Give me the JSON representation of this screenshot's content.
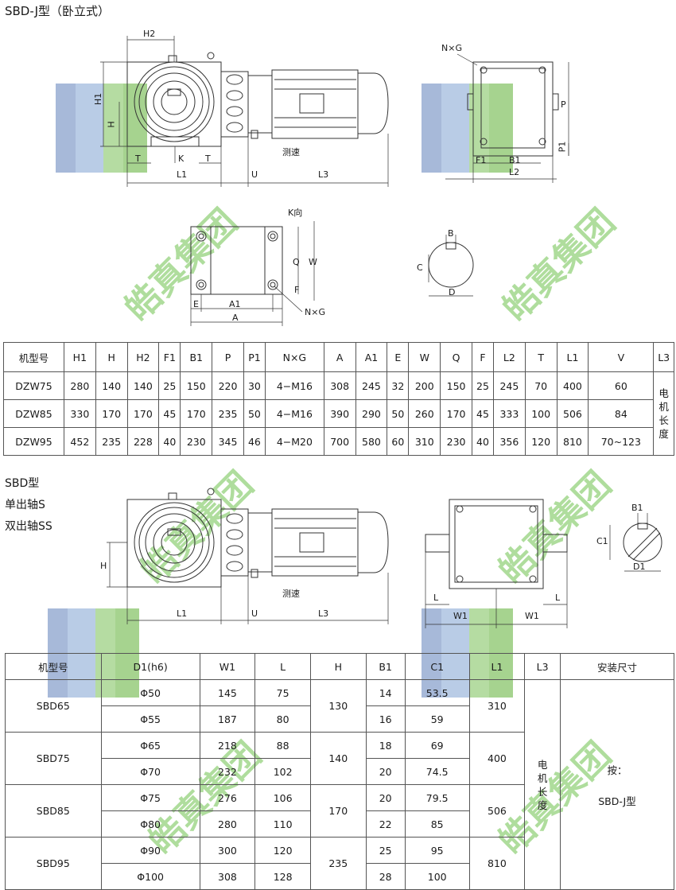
{
  "title_j": "SBD-J型（卧立式）",
  "labels_top": {
    "h2": "H2",
    "h1": "H1",
    "h": "H",
    "t_left": "T",
    "k": "K",
    "t_right": "T",
    "l1": "L1",
    "u": "U",
    "l3": "L3",
    "speed": "测速",
    "nxg_top": "N×G",
    "p": "P",
    "p1": "P1",
    "f1": "F1",
    "b1": "B1",
    "l2": "L2",
    "k_dir": "K向",
    "q": "Q",
    "w": "W",
    "f": "F",
    "e": "E",
    "a1": "A1",
    "a": "A",
    "nxg_bottom": "N×G",
    "shaft_b": "B",
    "shaft_c": "C",
    "shaft_d": "D"
  },
  "table1": {
    "headers": [
      "机型号",
      "H1",
      "H",
      "H2",
      "F1",
      "B1",
      "P",
      "P1",
      "N×G",
      "A",
      "A1",
      "E",
      "W",
      "Q",
      "F",
      "L2",
      "T",
      "L1",
      "V",
      "L3"
    ],
    "rows": [
      [
        "DZW75",
        "280",
        "140",
        "140",
        "25",
        "150",
        "220",
        "30",
        "4−M16",
        "308",
        "245",
        "32",
        "200",
        "150",
        "25",
        "245",
        "70",
        "400",
        "60"
      ],
      [
        "DZW85",
        "330",
        "170",
        "170",
        "45",
        "170",
        "235",
        "50",
        "4−M16",
        "390",
        "290",
        "50",
        "260",
        "170",
        "45",
        "333",
        "100",
        "506",
        "84"
      ],
      [
        "DZW95",
        "452",
        "235",
        "228",
        "40",
        "230",
        "345",
        "46",
        "4−M20",
        "700",
        "580",
        "60",
        "310",
        "230",
        "40",
        "356",
        "120",
        "810",
        "70~123"
      ]
    ],
    "l3_note": [
      "电",
      "机",
      "长",
      "度"
    ]
  },
  "sbd": {
    "title": "SBD型",
    "single": "单出轴S",
    "double": "双出轴SS",
    "labels": {
      "h": "H",
      "l1": "L1",
      "u": "U",
      "l3": "L3",
      "speed": "测速",
      "l_left": "L",
      "l_right": "L",
      "w1_left": "W1",
      "w1_right": "W1",
      "b1": "B1",
      "c1": "C1",
      "d1": "D1"
    }
  },
  "table2": {
    "headers": [
      "机型号",
      "D1(h6)",
      "W1",
      "L",
      "H",
      "B1",
      "C1",
      "L1",
      "L3",
      "安装尺寸"
    ],
    "groups": [
      {
        "model": "SBD65",
        "h": "130",
        "l1": "310",
        "rows": [
          [
            "Φ50",
            "145",
            "75",
            "14",
            "53.5"
          ],
          [
            "Φ55",
            "187",
            "80",
            "16",
            "59"
          ]
        ]
      },
      {
        "model": "SBD75",
        "h": "140",
        "l1": "400",
        "rows": [
          [
            "Φ65",
            "218",
            "88",
            "18",
            "69"
          ],
          [
            "Φ70",
            "232",
            "102",
            "20",
            "74.5"
          ]
        ]
      },
      {
        "model": "SBD85",
        "h": "170",
        "l1": "506",
        "rows": [
          [
            "Φ75",
            "276",
            "106",
            "20",
            "79.5"
          ],
          [
            "Φ80",
            "280",
            "110",
            "22",
            "85"
          ]
        ]
      },
      {
        "model": "SBD95",
        "h": "235",
        "l1": "810",
        "rows": [
          [
            "Φ90",
            "300",
            "120",
            "25",
            "95"
          ],
          [
            "Φ100",
            "308",
            "128",
            "28",
            "100"
          ]
        ]
      }
    ],
    "l3_note": [
      "电",
      "机",
      "长",
      "度"
    ],
    "install_line1": "按：",
    "install_line2": "SBD-J型"
  },
  "watermark": "皓真集团",
  "colors": {
    "logo_blue": "#a7b9d9",
    "logo_green": "#a6d38f",
    "watermark_green": "#6fc24e"
  }
}
